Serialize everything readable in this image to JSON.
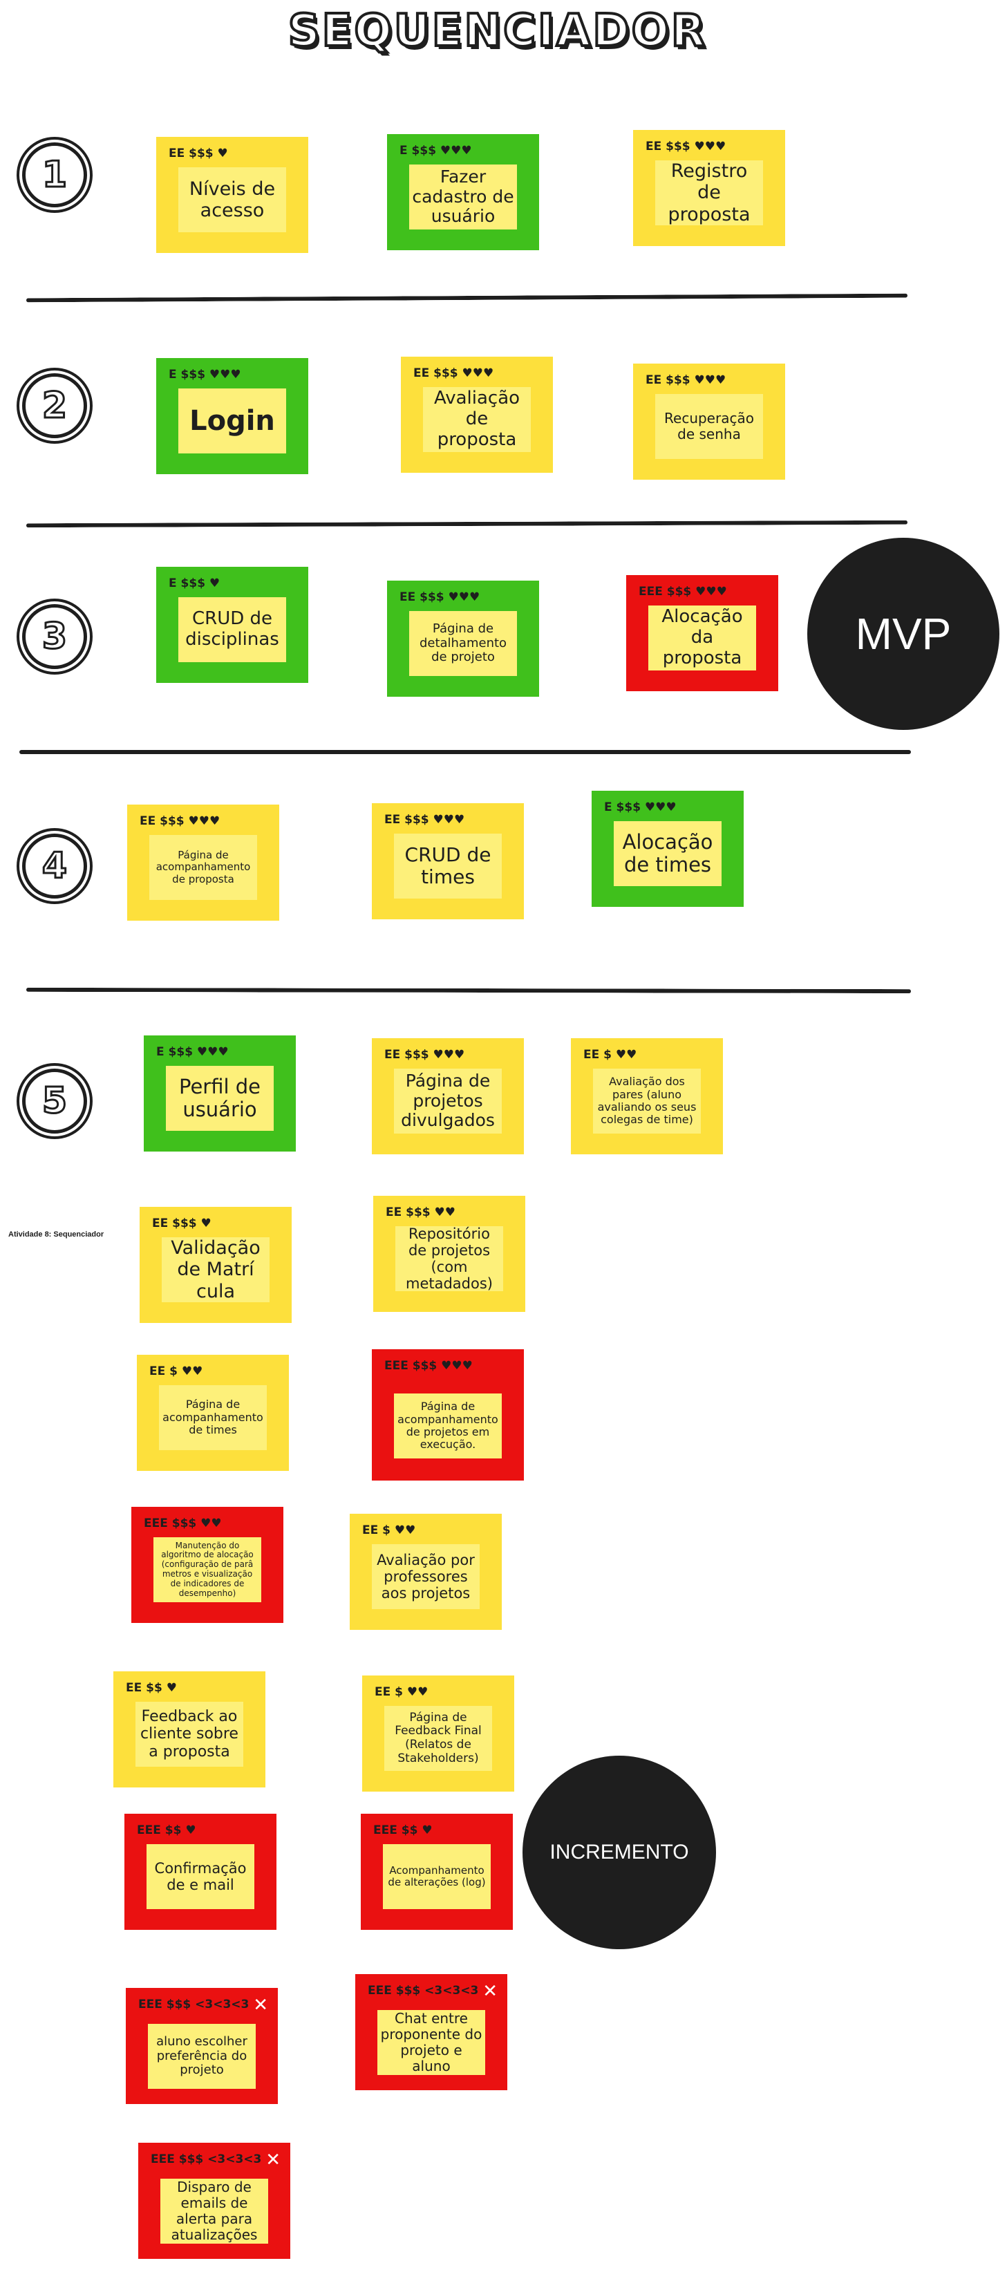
{
  "board": {
    "title": "SEQUENCIADOR",
    "side_label": "Atividade 8: Sequenciador",
    "mvp_label": "MVP",
    "incremento_label": "INCREMENTO"
  },
  "rows": [
    {
      "number": "1"
    },
    {
      "number": "2"
    },
    {
      "number": "3"
    },
    {
      "number": "4"
    },
    {
      "number": "5"
    }
  ],
  "colors": {
    "yellow": "#fde03c",
    "green": "#40c01c",
    "red": "#ea1111",
    "note": "#fdf07a",
    "ink": "#1e1e1e"
  },
  "cards": [
    {
      "tag": "EE $$$ ♥",
      "text": "Níveis de acesso",
      "color": "yellow"
    },
    {
      "tag": "E $$$ ♥♥♥",
      "text": "Fazer cadastro de usuário",
      "color": "green"
    },
    {
      "tag": "EE $$$ ♥♥♥",
      "text": "Registro de proposta",
      "color": "yellow"
    },
    {
      "tag": "E $$$ ♥♥♥",
      "text": "Login",
      "color": "green"
    },
    {
      "tag": "EE $$$ ♥♥♥",
      "text": "Avaliação de proposta",
      "color": "yellow"
    },
    {
      "tag": "EE $$$ ♥♥♥",
      "text": "Recuperação de senha",
      "color": "yellow"
    },
    {
      "tag": "E $$$ ♥",
      "text": "CRUD de disciplinas",
      "color": "green"
    },
    {
      "tag": "EE $$$ ♥♥♥",
      "text": "Página de detalhamento de projeto",
      "color": "green"
    },
    {
      "tag": "EEE $$$ ♥♥♥",
      "text": "Alocação da proposta",
      "color": "red"
    },
    {
      "tag": "EE $$$ ♥♥♥",
      "text": "Página de acompanhamento de proposta",
      "color": "yellow"
    },
    {
      "tag": "EE $$$ ♥♥♥",
      "text": "CRUD de times",
      "color": "yellow"
    },
    {
      "tag": "E $$$ ♥♥♥",
      "text": "Alocação de times",
      "color": "green"
    },
    {
      "tag": "E $$$ ♥♥♥",
      "text": "Perfil de usuário",
      "color": "green"
    },
    {
      "tag": "EE $$$ ♥♥♥",
      "text": "Página de projetos divulgados",
      "color": "yellow"
    },
    {
      "tag": "EE $ ♥♥",
      "text": "Avaliação dos pares (aluno avaliando os seus colegas de time)",
      "color": "yellow"
    },
    {
      "tag": "EE $$$ ♥",
      "text": "Validação de Matrí cula",
      "color": "yellow"
    },
    {
      "tag": "EE $$$ ♥♥",
      "text": "Repositório de projetos (com metadados)",
      "color": "yellow"
    },
    {
      "tag": "EE $ ♥♥",
      "text": "Página de acompanhamento de times",
      "color": "yellow"
    },
    {
      "tag": "EEE $$$ ♥♥♥",
      "text": "Página de acompanhamento de projetos em execução.",
      "color": "red"
    },
    {
      "tag": "EEE $$$ ♥♥",
      "text": "Manutenção do algoritmo de alocação (configuração de parâ metros e visualização de indicadores de desempenho)",
      "color": "red"
    },
    {
      "tag": "EE $ ♥♥",
      "text": "Avaliação por professores aos projetos",
      "color": "yellow"
    },
    {
      "tag": "EE $$ ♥",
      "text": "Feedback ao cliente sobre a proposta",
      "color": "yellow"
    },
    {
      "tag": "EE $ ♥♥",
      "text": "Página de Feedback Final (Relatos de Stakeholders)",
      "color": "yellow"
    },
    {
      "tag": "EEE $$ ♥",
      "text": "Confirmação de e mail",
      "color": "red"
    },
    {
      "tag": "EEE $$ ♥",
      "text": "Acompanhamento de alterações (log)",
      "color": "red"
    },
    {
      "tag": "EEE $$$ <3<3<3",
      "text": "aluno escolher preferência do projeto",
      "color": "red"
    },
    {
      "tag": "EEE $$$ <3<3<3",
      "text": "Chat entre proponente do projeto e aluno",
      "color": "red"
    },
    {
      "tag": "EEE $$$ <3<3<3",
      "text": "Disparo de emails de alerta para atualizações",
      "color": "red"
    }
  ]
}
